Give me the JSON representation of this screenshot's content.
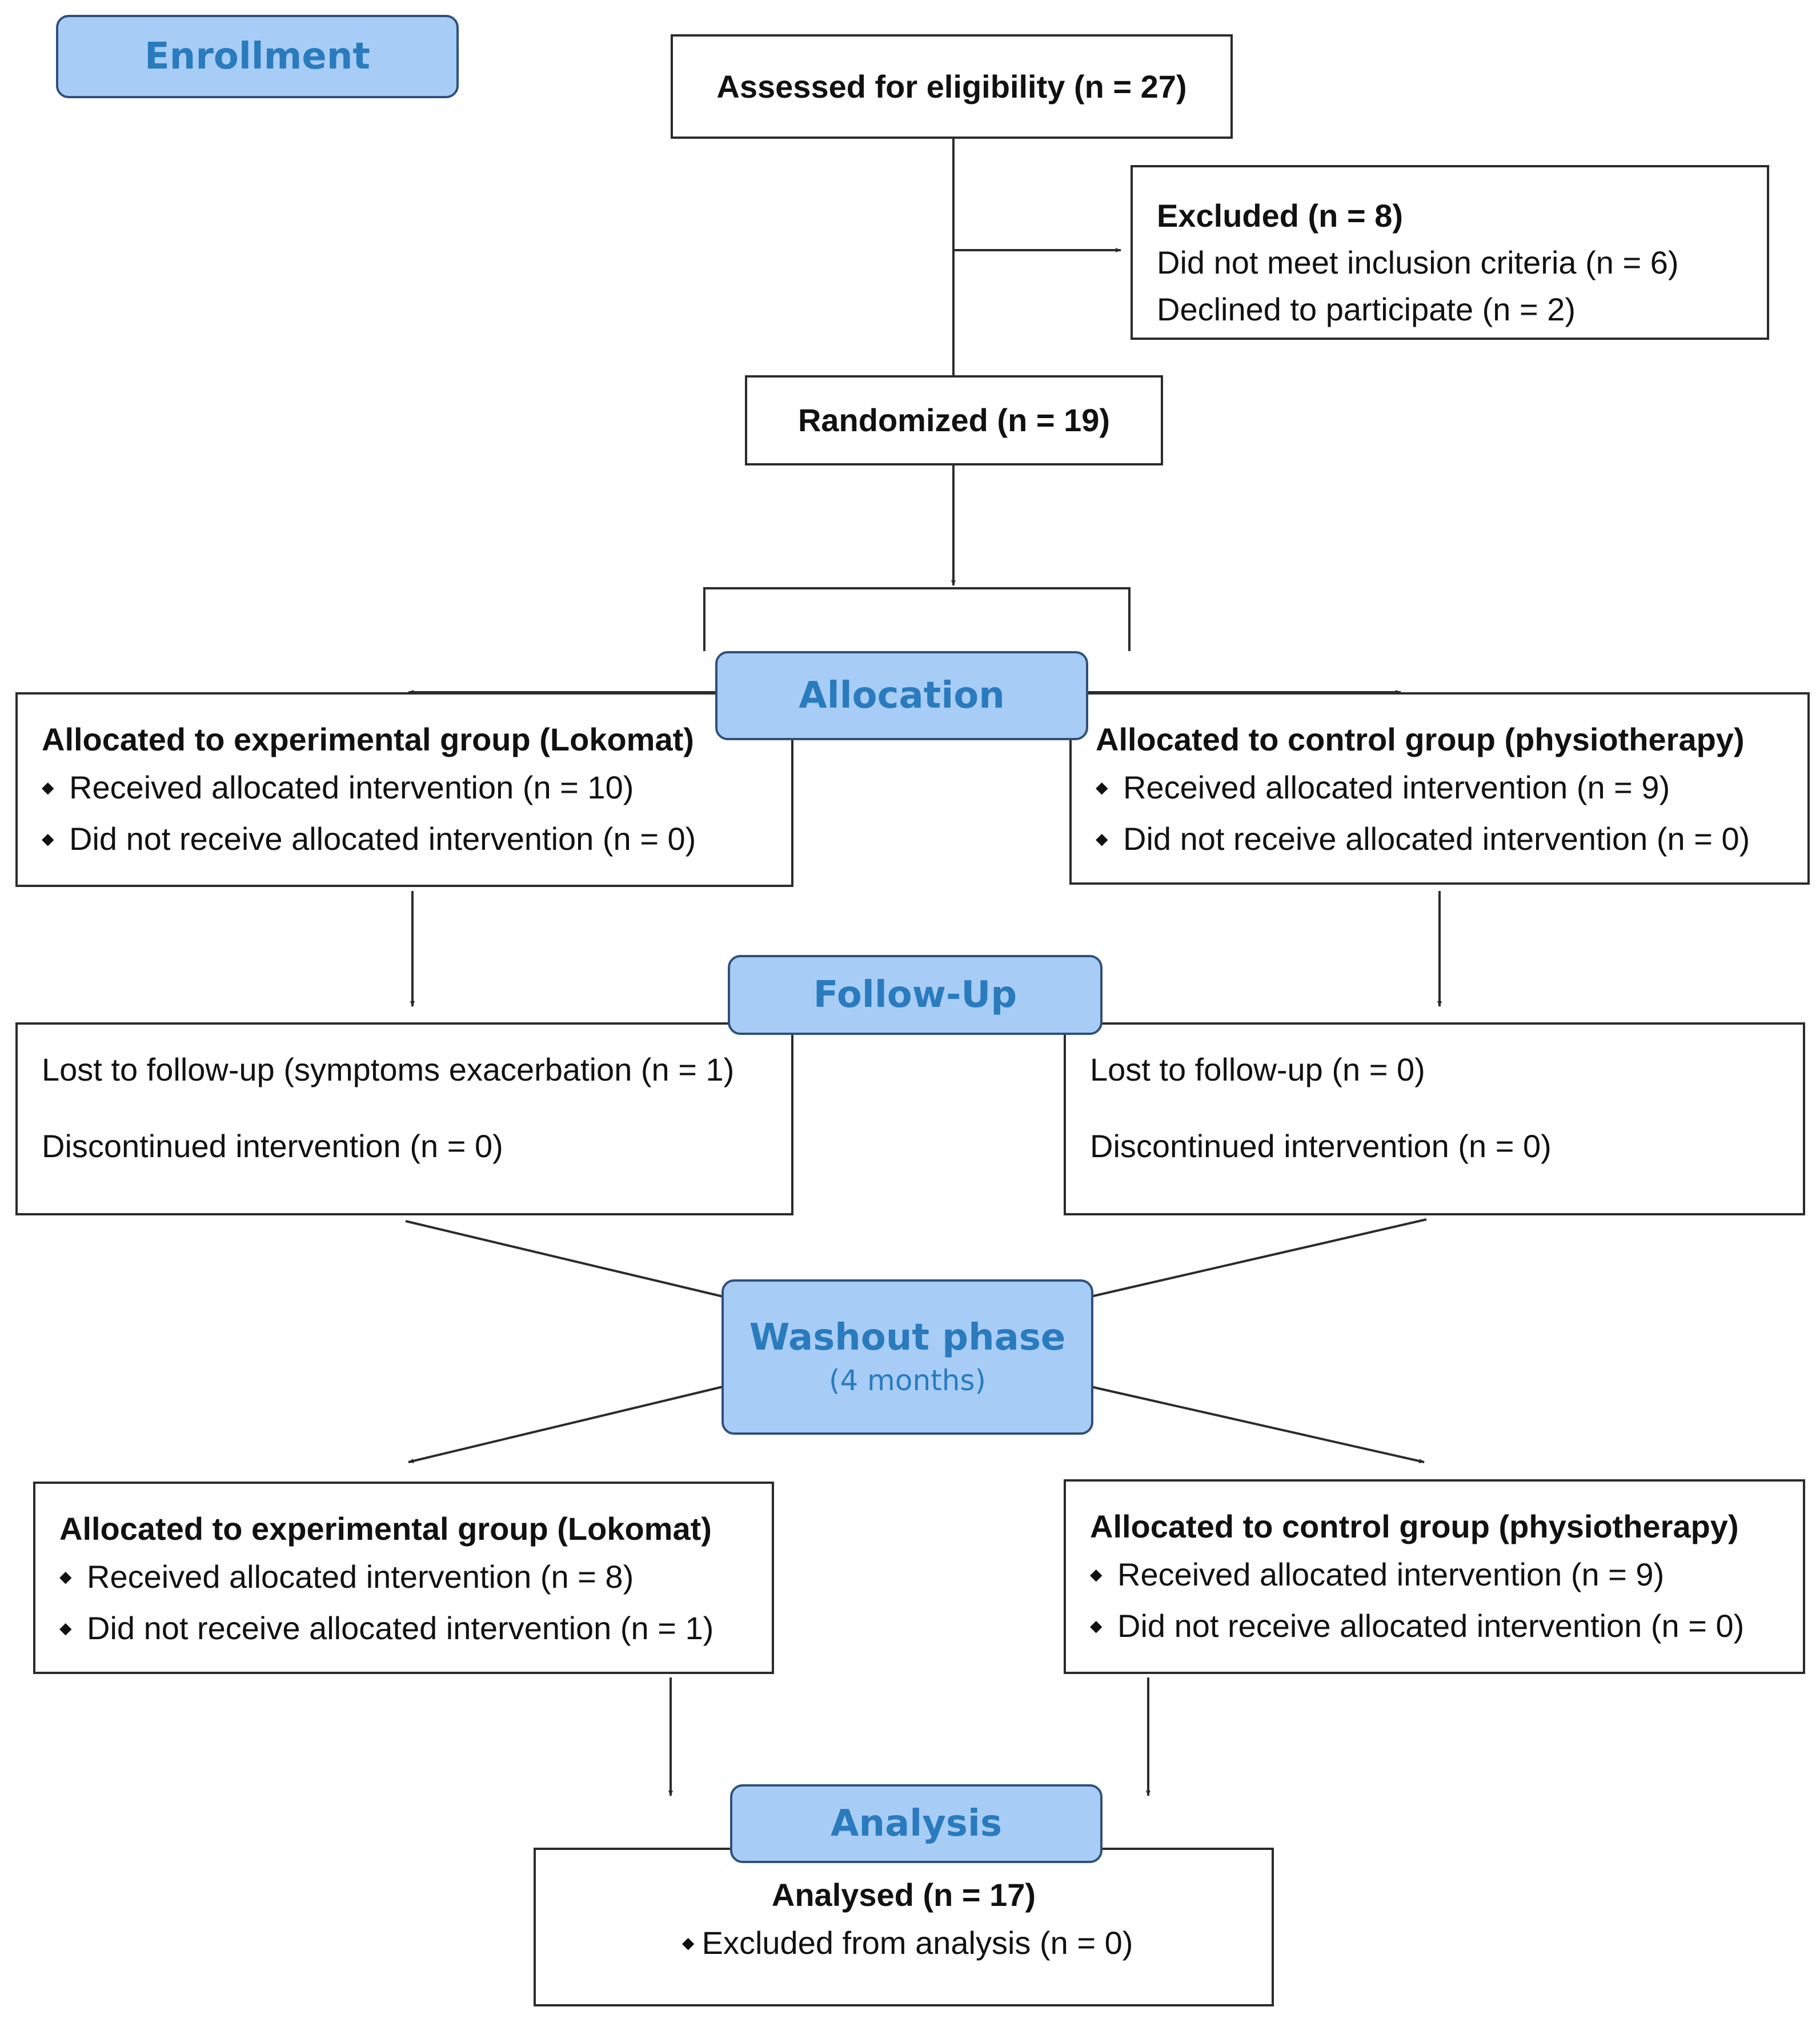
{
  "colors": {
    "stage_fill": "#a7cdf7",
    "stage_text": "#2a7bbd",
    "box_border": "#2b2b2b",
    "connector": "#2b2b2b"
  },
  "stages": {
    "enrollment": {
      "label": "Enrollment"
    },
    "allocation": {
      "label": "Allocation"
    },
    "follow_up": {
      "label": "Follow-Up"
    },
    "washout": {
      "label": "Washout phase",
      "sublabel": "(4 months)"
    },
    "analysis": {
      "label": "Analysis"
    }
  },
  "bullet_symbol": "◆",
  "boxes": {
    "assessed": {
      "text": "Assessed for eligibility (n = 27)"
    },
    "excluded": {
      "title": "Excluded (n = 8)",
      "lines": [
        "Did not meet inclusion criteria (n = 6)",
        "Declined to participate (n = 2)"
      ]
    },
    "randomized": {
      "text": "Randomized (n = 19)"
    },
    "alloc_experimental": {
      "title": "Allocated to experimental group (Lokomat)",
      "items": [
        "Received allocated intervention (n = 10)",
        "Did not receive allocated intervention (n = 0)"
      ]
    },
    "alloc_control": {
      "title": "Allocated to control group (physiotherapy)",
      "items": [
        "Received allocated intervention (n = 9)",
        "Did not receive allocated intervention (n = 0)"
      ]
    },
    "followup_experimental": {
      "lines": [
        "Lost to follow-up (symptoms exacerbation (n = 1)",
        "Discontinued intervention (n = 0)"
      ]
    },
    "followup_control": {
      "lines": [
        "Lost to follow-up (n = 0)",
        "Discontinued intervention (n = 0)"
      ]
    },
    "cross_experimental": {
      "title": "Allocated to experimental group (Lokomat)",
      "items": [
        "Received allocated intervention (n = 8)",
        "Did not receive allocated intervention (n = 1)"
      ]
    },
    "cross_control": {
      "title": "Allocated to control group (physiotherapy)",
      "items": [
        "Received allocated intervention (n = 9)",
        "Did not receive allocated intervention (n = 0)"
      ]
    },
    "analysed": {
      "title": "Analysed (n = 17)",
      "items": [
        "Excluded from analysis (n = 0)"
      ]
    }
  }
}
